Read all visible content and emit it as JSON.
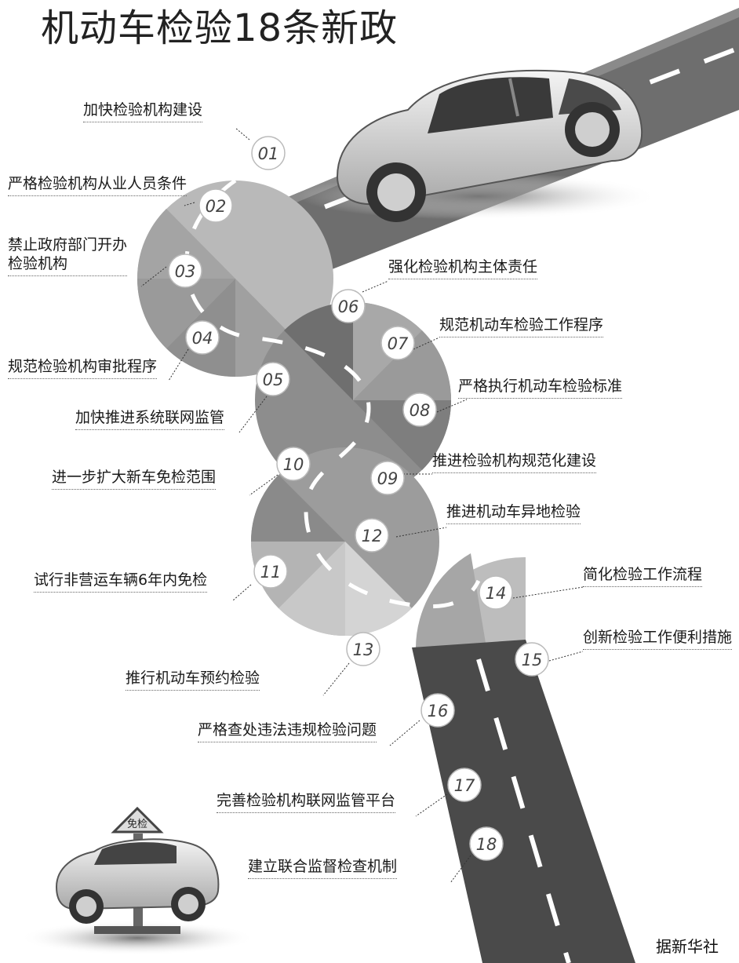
{
  "title": "机动车检验18条新政",
  "credit": "据新华社",
  "sign_text": "免检",
  "policies": [
    {
      "num": "01",
      "text": "加快检验机构建设"
    },
    {
      "num": "02",
      "text": "严格检验机构从业人员条件"
    },
    {
      "num": "03",
      "text": "禁止政府部门开办检验机构",
      "lines": [
        "禁止政府部门开办",
        "检验机构"
      ]
    },
    {
      "num": "04",
      "text": "规范检验机构审批程序"
    },
    {
      "num": "05",
      "text": "加快推进系统联网监管"
    },
    {
      "num": "06",
      "text": "强化检验机构主体责任"
    },
    {
      "num": "07",
      "text": "规范机动车检验工作程序"
    },
    {
      "num": "08",
      "text": "严格执行机动车检验标准"
    },
    {
      "num": "09",
      "text": "推进检验机构规范化建设"
    },
    {
      "num": "10",
      "text": "进一步扩大新车免检范围"
    },
    {
      "num": "11",
      "text": "试行非营运车辆6年内免检"
    },
    {
      "num": "12",
      "text": "推进机动车异地检验"
    },
    {
      "num": "13",
      "text": "推行机动车预约检验"
    },
    {
      "num": "14",
      "text": "简化检验工作流程"
    },
    {
      "num": "15",
      "text": "创新检验工作便利措施"
    },
    {
      "num": "16",
      "text": "严格查处违法违规检验问题"
    },
    {
      "num": "17",
      "text": "完善检验机构联网监管平台"
    },
    {
      "num": "18",
      "text": "建立联合监督检查机制"
    }
  ]
}
